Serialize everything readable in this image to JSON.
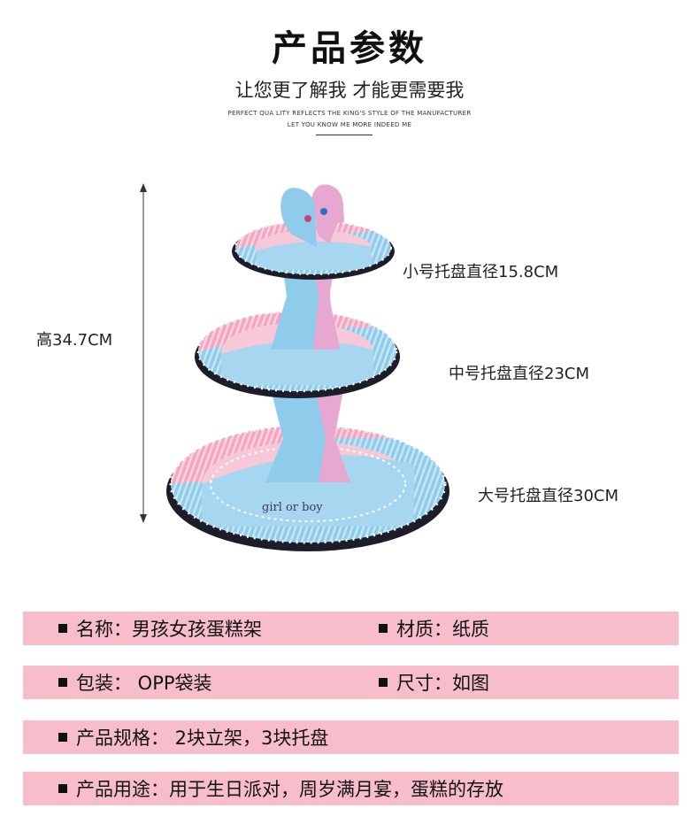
{
  "header": {
    "title": "产品参数",
    "subtitle": "让您更了解我 才能更需要我",
    "english_line1": "PERFECT QUA LITY REFLECTS THE KING'S STYLE OF THE MANUFACTURER",
    "english_line2": "LET YOU KNOW ME MORE INDEED ME"
  },
  "product_image": {
    "height_label": "高34.7CM",
    "small_tray_label": "小号托盘直径15.8CM",
    "medium_tray_label": "中号托盘直径23CM",
    "large_tray_label": "大号托盘直径30CM",
    "print_text": "girl or boy",
    "colors": {
      "pink": "#f4a6c0",
      "blue": "#8fcbea"
    }
  },
  "specs": {
    "name": "名称：男孩女孩蛋糕架",
    "material": "材质：纸质",
    "packaging": "包装： OPP袋装",
    "size": "尺寸：如图",
    "spec": "产品规格： 2块立架，3块托盘",
    "usage": "产品用途：用于生日派对，周岁满月宴，蛋糕的存放"
  },
  "colors": {
    "band": "#f7bdcb",
    "bullet": "#111111"
  }
}
